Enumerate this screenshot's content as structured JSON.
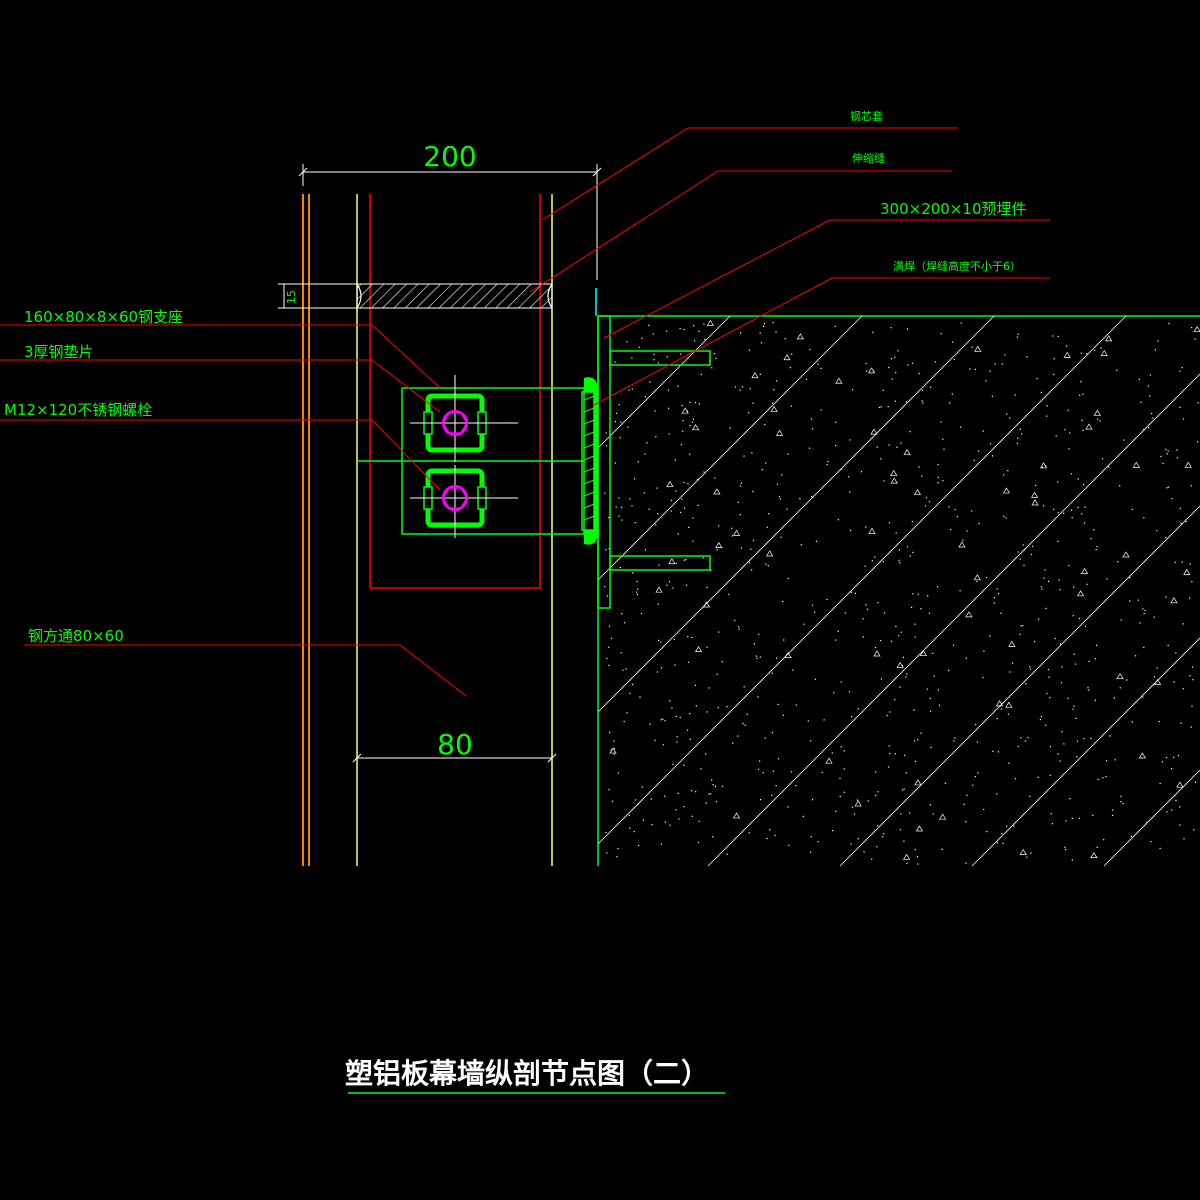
{
  "drawing": {
    "title": "塑铝板幕墙纵剖节点图（二）",
    "dimensions": {
      "top_width": "200",
      "bottom_width": "80",
      "small_gap": "15"
    },
    "labels": {
      "steel_sleeve": "钢芯套",
      "expansion_joint": "伸缩缝",
      "embedded_plate": "300×200×10预埋件",
      "weld_note": "满焊（焊缝高度不小于6）",
      "bracket": "160×80×8×60钢支座",
      "washer": "3厚钢垫片",
      "bolt": "M12×120不锈钢螺栓",
      "steel_tube": "钢方通80×60"
    },
    "colors": {
      "background": "#000000",
      "leader": "#ff0000",
      "outline": "#00ff00",
      "mullion": "#ffff66",
      "panel": "#ff8000",
      "bolt": "#ff00ff",
      "concrete": "#ffffff",
      "title": "#ffffff"
    }
  }
}
